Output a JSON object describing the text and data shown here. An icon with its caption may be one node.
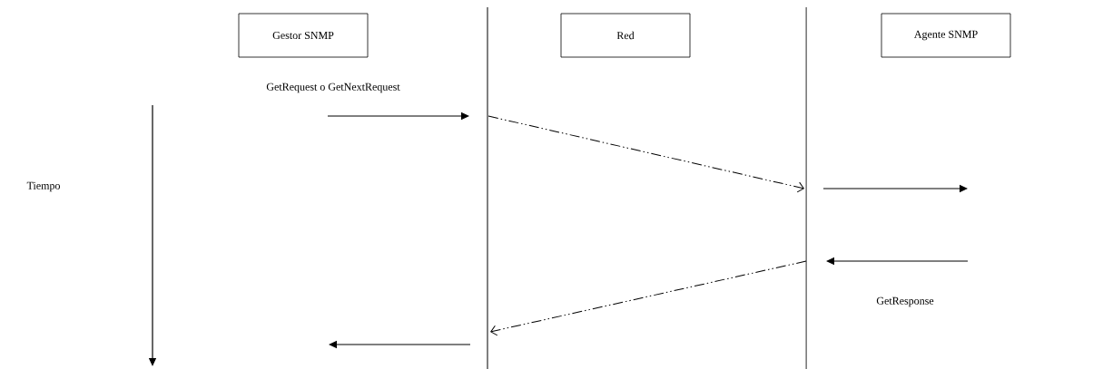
{
  "diagram": {
    "nodes": [
      {
        "text": [
          "Gestor SNMP"
        ]
      },
      {
        "text": [
          "Red"
        ]
      },
      {
        "text": [
          "Agente SNMP"
        ]
      },
      {
        "text": [],
        "shape": "line"
      },
      {
        "text": [],
        "shape": "line"
      }
    ],
    "edges": [
      {
        "from": null,
        "to": 3,
        "arrow": "to",
        "label": "GetRequest o GetNextRequest"
      },
      {
        "from": 3,
        "to": 4,
        "arrow": "to",
        "style": "dashed"
      },
      {
        "from": 4,
        "to": null,
        "arrow": "to"
      },
      {
        "from": null,
        "to": 4,
        "arrow": "to",
        "label": "GetResponse"
      },
      {
        "from": 4,
        "to": 3,
        "arrow": "to",
        "style": "dashed"
      },
      {
        "from": 3,
        "to": null,
        "arrow": "to"
      }
    ],
    "labels": [
      "Tiempo"
    ]
  }
}
